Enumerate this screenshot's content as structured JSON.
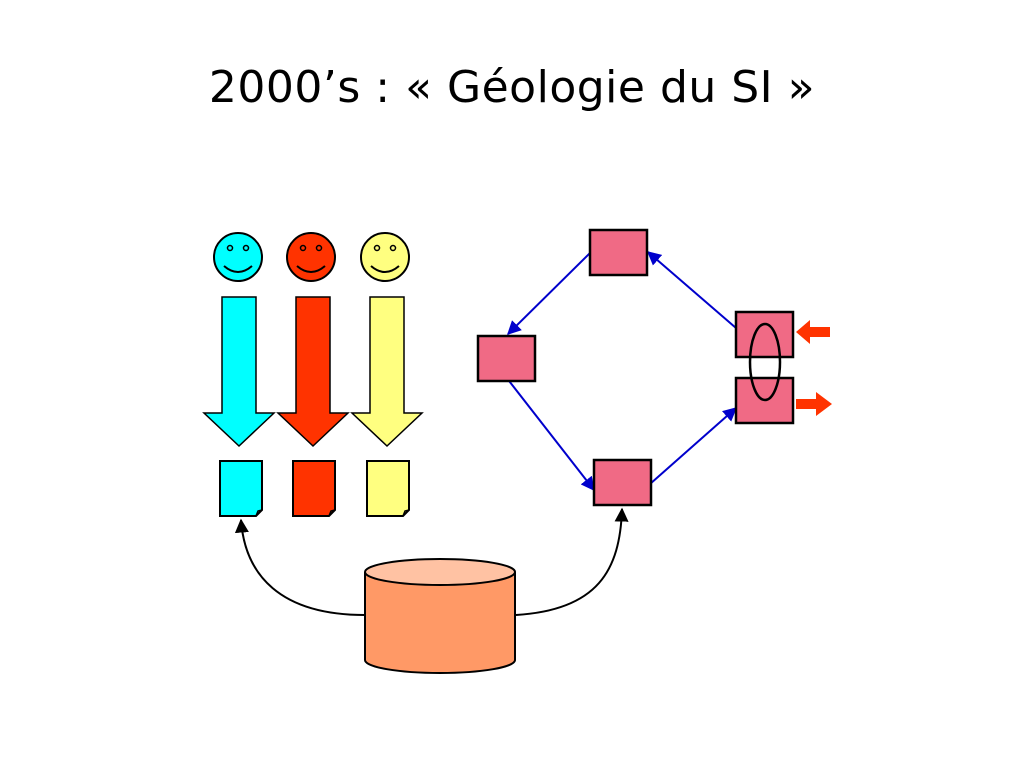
{
  "slide": {
    "title": "2000’s : « Géologie du SI »"
  },
  "colors": {
    "cyan": "#00FFFF",
    "red": "#FF3300",
    "yellow": "#FFFF80",
    "node_pink": "#F06A85",
    "database": "#FF9966",
    "database_top": "#FFC2A3",
    "link_blue": "#0000CC",
    "signal_arrow": "#FF3300"
  },
  "diagram": {
    "users": [
      {
        "name": "user-cyan",
        "color": "cyan"
      },
      {
        "name": "user-red",
        "color": "red"
      },
      {
        "name": "user-yellow",
        "color": "yellow"
      }
    ],
    "nodes": [
      "top",
      "left",
      "bottom",
      "right-top",
      "right-bottom"
    ]
  }
}
